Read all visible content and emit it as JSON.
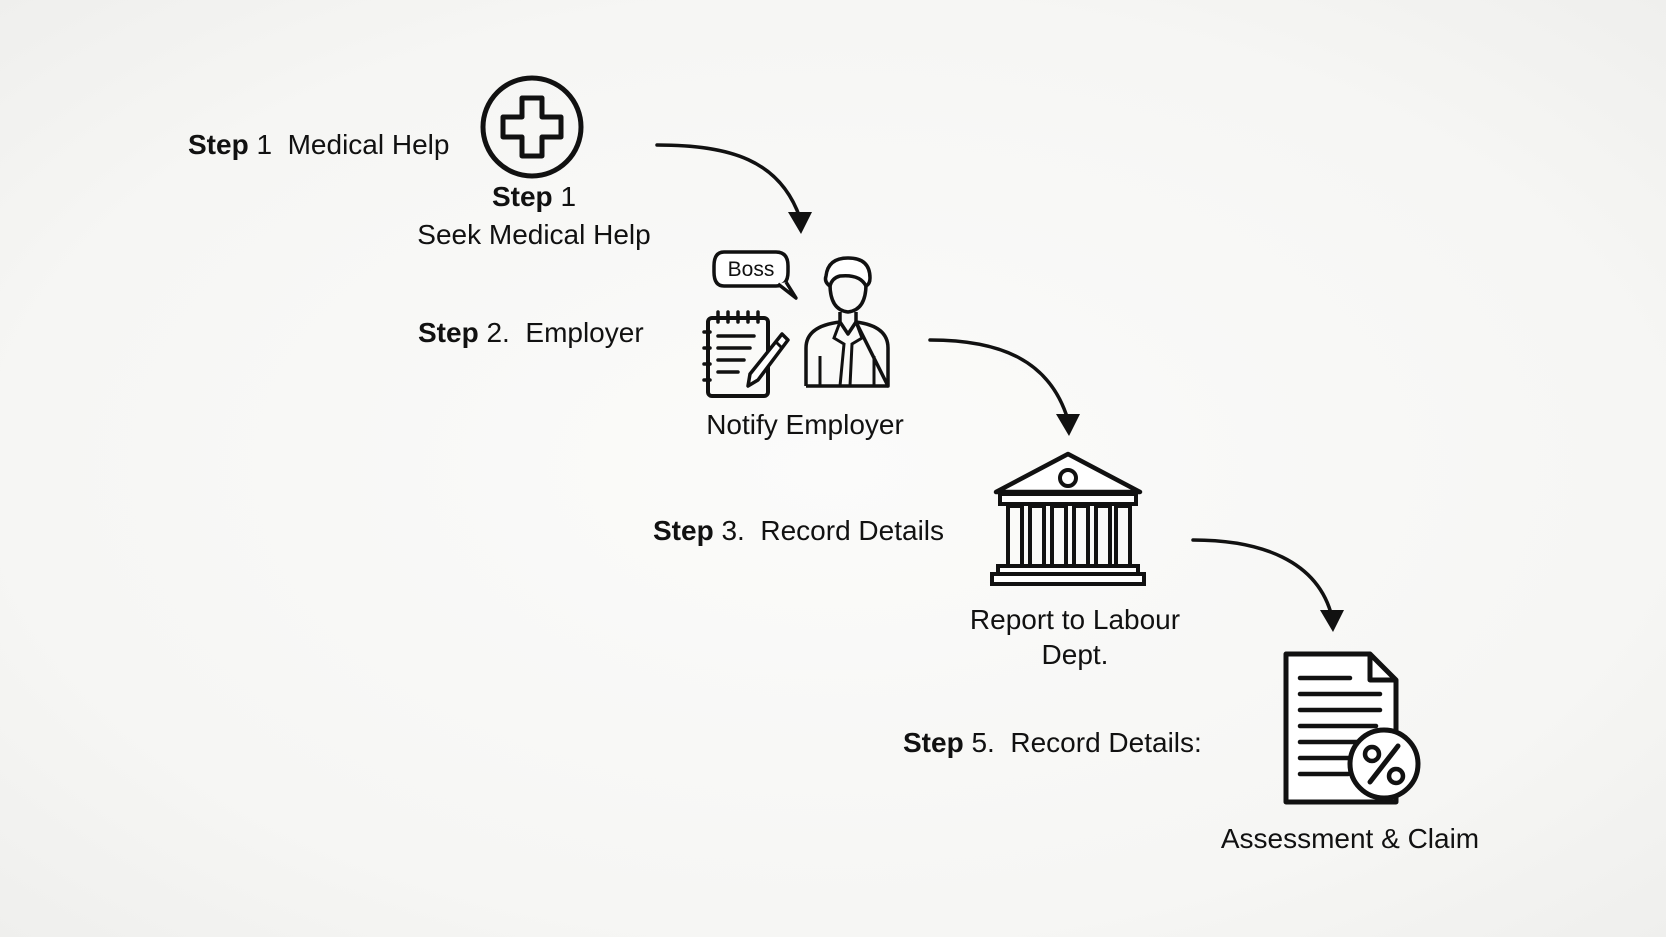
{
  "labels": [
    {
      "bold": "Step",
      "num": "1",
      "text": "Medical Help"
    },
    {
      "bold": "Step",
      "num": "2.",
      "text": "Employer"
    },
    {
      "bold": "Step",
      "num": "3.",
      "text": "Record Details"
    },
    {
      "bold": "Step",
      "num": "5.",
      "text": "Record Details:"
    }
  ],
  "captions": {
    "step1_title_bold": "Step",
    "step1_title_num": "1",
    "step1_text": "Seek Medical Help",
    "step2_text": "Notify Employer",
    "step3_line1": "Report to Labour",
    "step3_line2": "Dept.",
    "step5_text": "Assessment & Claim"
  },
  "icons": {
    "bubble_text": "Boss",
    "step1": "medical-cross-icon",
    "step2_notepad": "notepad-pen-icon",
    "step2_person": "boss-person-icon",
    "step3": "government-building-icon",
    "step5": "document-percent-icon"
  },
  "colors": {
    "ink": "#111111",
    "background": "#f6f6f4"
  }
}
